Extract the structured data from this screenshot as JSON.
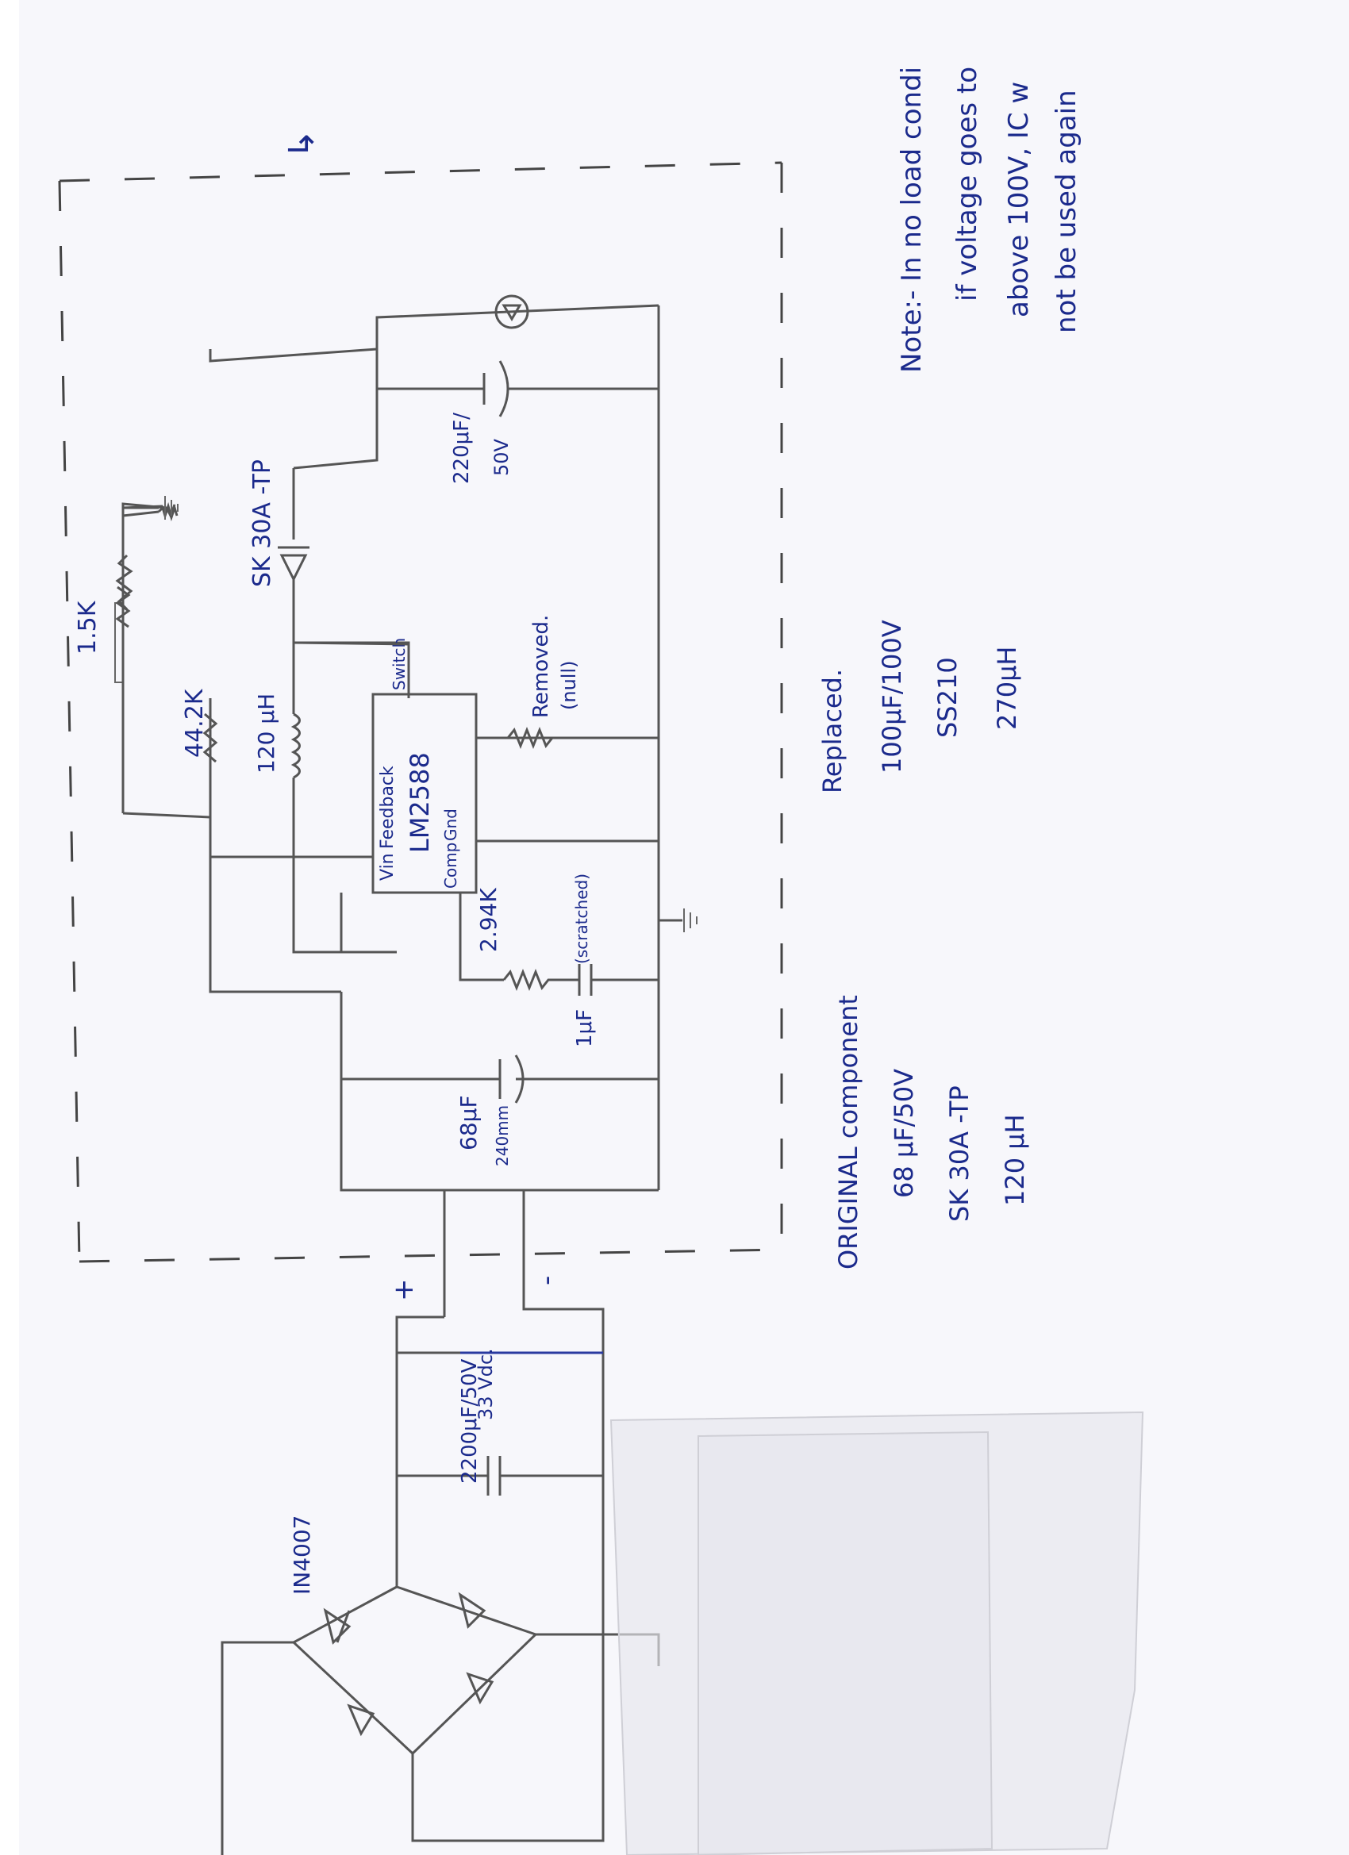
{
  "page": {
    "title": ""
  },
  "labels": {
    "out_arrow": "↳",
    "r_top": "1.5K",
    "r_fb": "44.2K",
    "inductor": "120 μH",
    "diode_out": "SK 30A -TP",
    "cap_out": "220μF/",
    "cap_out_v": "50V",
    "ic_name": "LM2588",
    "ic_vin": "Vin",
    "ic_feedback": "Feedback",
    "ic_switch": "Switch",
    "ic_comp": "Comp",
    "ic_gnd": "Gnd",
    "r_removed": "Removed.",
    "r_removed_note": "(null)",
    "r_comp": "2.94K",
    "cap_comp": "1μF",
    "cap_comp_note": "(scratched)",
    "cap_in": "68μF",
    "cap_in_note": "240mm",
    "bridge_diode": "IN4007",
    "cap_bulk": "2200μF/50V",
    "cap_bulk_v": "33 Vdc.",
    "plus": "+",
    "minus": "-"
  },
  "original": {
    "heading": "ORIGINAL component",
    "items": [
      "68 μF/50V",
      "SK 30A -TP",
      "120 μH"
    ]
  },
  "replaced": {
    "heading": "Replaced.",
    "items": [
      "100μF/100V",
      "SS210",
      "270μH"
    ]
  },
  "note": {
    "lines": [
      "Note:- In no load condi",
      "if voltage goes to",
      "above 100V, IC w",
      "not be used again"
    ]
  },
  "colors": {
    "ink": "#1b2a8c",
    "pencil": "#555555"
  }
}
